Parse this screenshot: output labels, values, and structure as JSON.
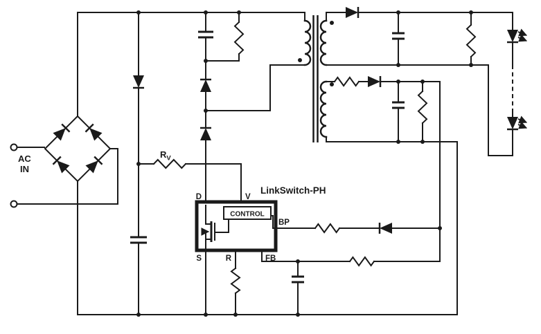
{
  "schematic": {
    "title": "LinkSwitch-PH",
    "controller_block": "CONTROL",
    "ac_input": {
      "line1": "AC",
      "line2": "IN"
    },
    "resistor_rv": {
      "name": "R",
      "subscript": "V"
    },
    "ic_pins": {
      "d": "D",
      "v": "V",
      "bp": "BP",
      "s": "S",
      "r": "R",
      "fb": "FB"
    },
    "colors": {
      "ink": "#1a1a1a",
      "background": "#ffffff"
    }
  }
}
